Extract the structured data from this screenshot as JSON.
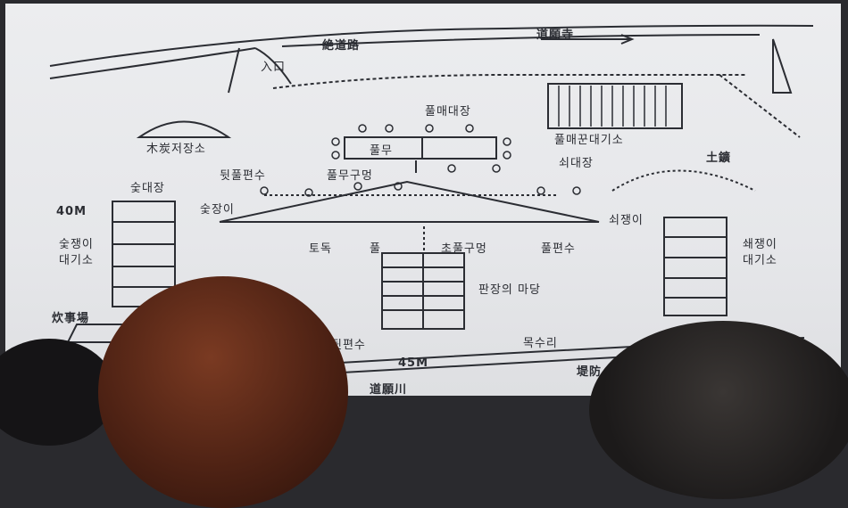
{
  "labels": {
    "road_top": "絶道路",
    "road_top_arrow": "道願寺",
    "entrance": "入口",
    "charcoal_storage": "木炭저장소",
    "bellows_cycle": "풀무",
    "bellows_waiting": "풀매꾼대기소",
    "bellows_place": "풀매대장",
    "left_bellows_side": "뒷풀편수",
    "bellows_chamber": "풀무구멍",
    "sut_place": "숯대장",
    "sut_worker": "숯장이",
    "distance_left": "40M",
    "sut_waiting": "숯쟁이\n대기소",
    "iron_master": "쇠대장",
    "soil": "土鑛",
    "iron_worker": "쇠쟁이",
    "furnace_ore": "토독",
    "furnace_pool": "풀",
    "front_hole": "초풀구멍",
    "front_side": "풀편수",
    "slag_yard": "판장의 마당",
    "right_waiting": "쇄쟁이\n대기소",
    "kitchen": "炊事場",
    "bottom_side": "뒷편수",
    "distance_bottom": "45M",
    "repair_worker": "목수리",
    "river": "道願川",
    "embankment": "堤防"
  }
}
